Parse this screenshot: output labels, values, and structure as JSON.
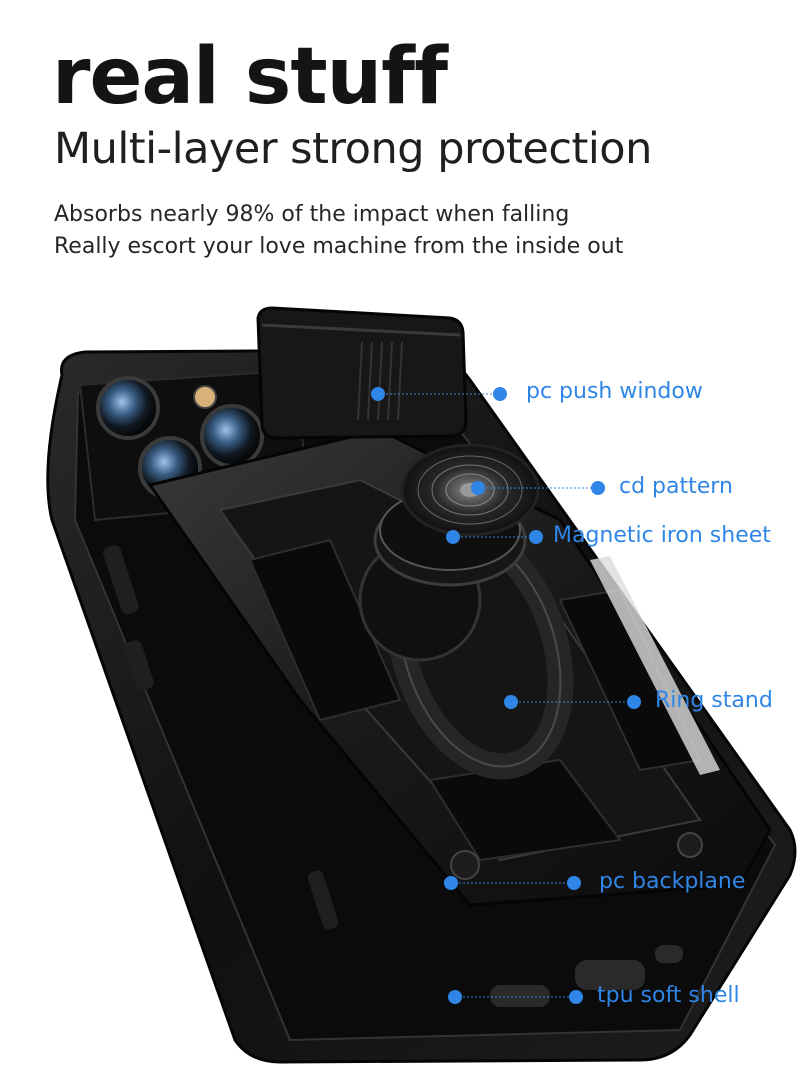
{
  "header": {
    "title": "real stuff",
    "subtitle": "Multi-layer strong protection",
    "lines": [
      "Absorbs nearly 98% of the impact when falling",
      "Really escort your love machine from the inside out"
    ]
  },
  "callouts": [
    {
      "label": "pc push window"
    },
    {
      "label": "cd pattern"
    },
    {
      "label": "Magnetic iron sheet"
    },
    {
      "label": "Ring stand"
    },
    {
      "label": "pc backplane"
    },
    {
      "label": "tpu soft shell"
    }
  ],
  "colors": {
    "accent": "#2f86e6",
    "text": "#1c1c1c",
    "case": "#141414"
  }
}
